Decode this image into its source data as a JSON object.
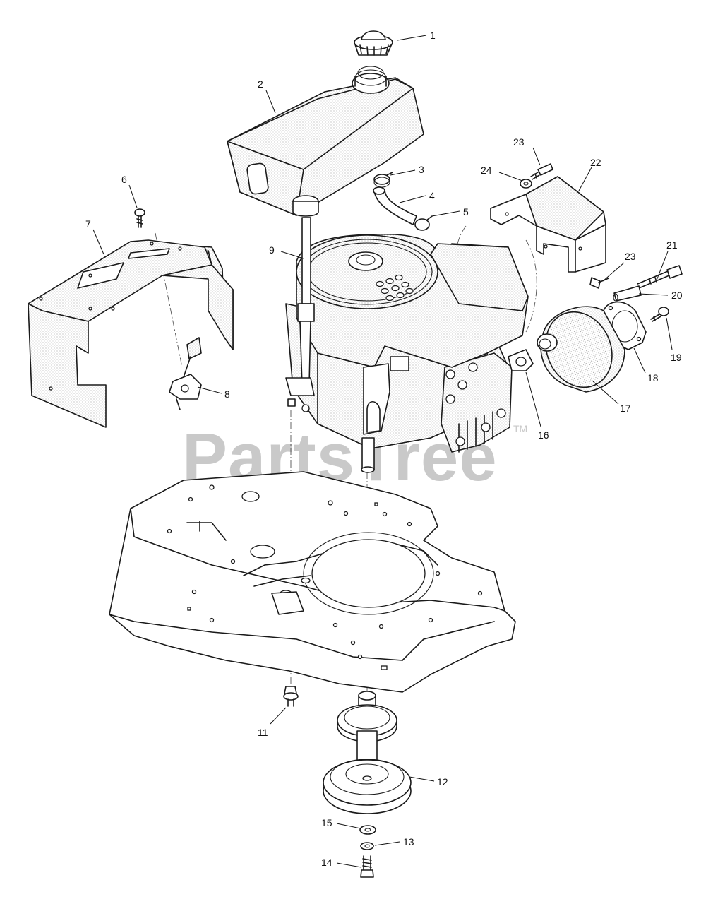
{
  "watermark": {
    "text": "PartsTree",
    "mark": "TM"
  },
  "callouts": [
    {
      "id": "c1",
      "label": "1"
    },
    {
      "id": "c2",
      "label": "2"
    },
    {
      "id": "c3",
      "label": "3"
    },
    {
      "id": "c4",
      "label": "4"
    },
    {
      "id": "c5",
      "label": "5"
    },
    {
      "id": "c6",
      "label": "6"
    },
    {
      "id": "c7",
      "label": "7"
    },
    {
      "id": "c8",
      "label": "8"
    },
    {
      "id": "c9",
      "label": "9"
    },
    {
      "id": "c11",
      "label": "11"
    },
    {
      "id": "c12",
      "label": "12"
    },
    {
      "id": "c13",
      "label": "13"
    },
    {
      "id": "c14",
      "label": "14"
    },
    {
      "id": "c15",
      "label": "15"
    },
    {
      "id": "c16",
      "label": "16"
    },
    {
      "id": "c17",
      "label": "17"
    },
    {
      "id": "c18",
      "label": "18"
    },
    {
      "id": "c19",
      "label": "19"
    },
    {
      "id": "c20",
      "label": "20"
    },
    {
      "id": "c21",
      "label": "21"
    },
    {
      "id": "c22",
      "label": "22"
    },
    {
      "id": "c23a",
      "label": "23"
    },
    {
      "id": "c23b",
      "label": "23"
    },
    {
      "id": "c24",
      "label": "24"
    }
  ]
}
